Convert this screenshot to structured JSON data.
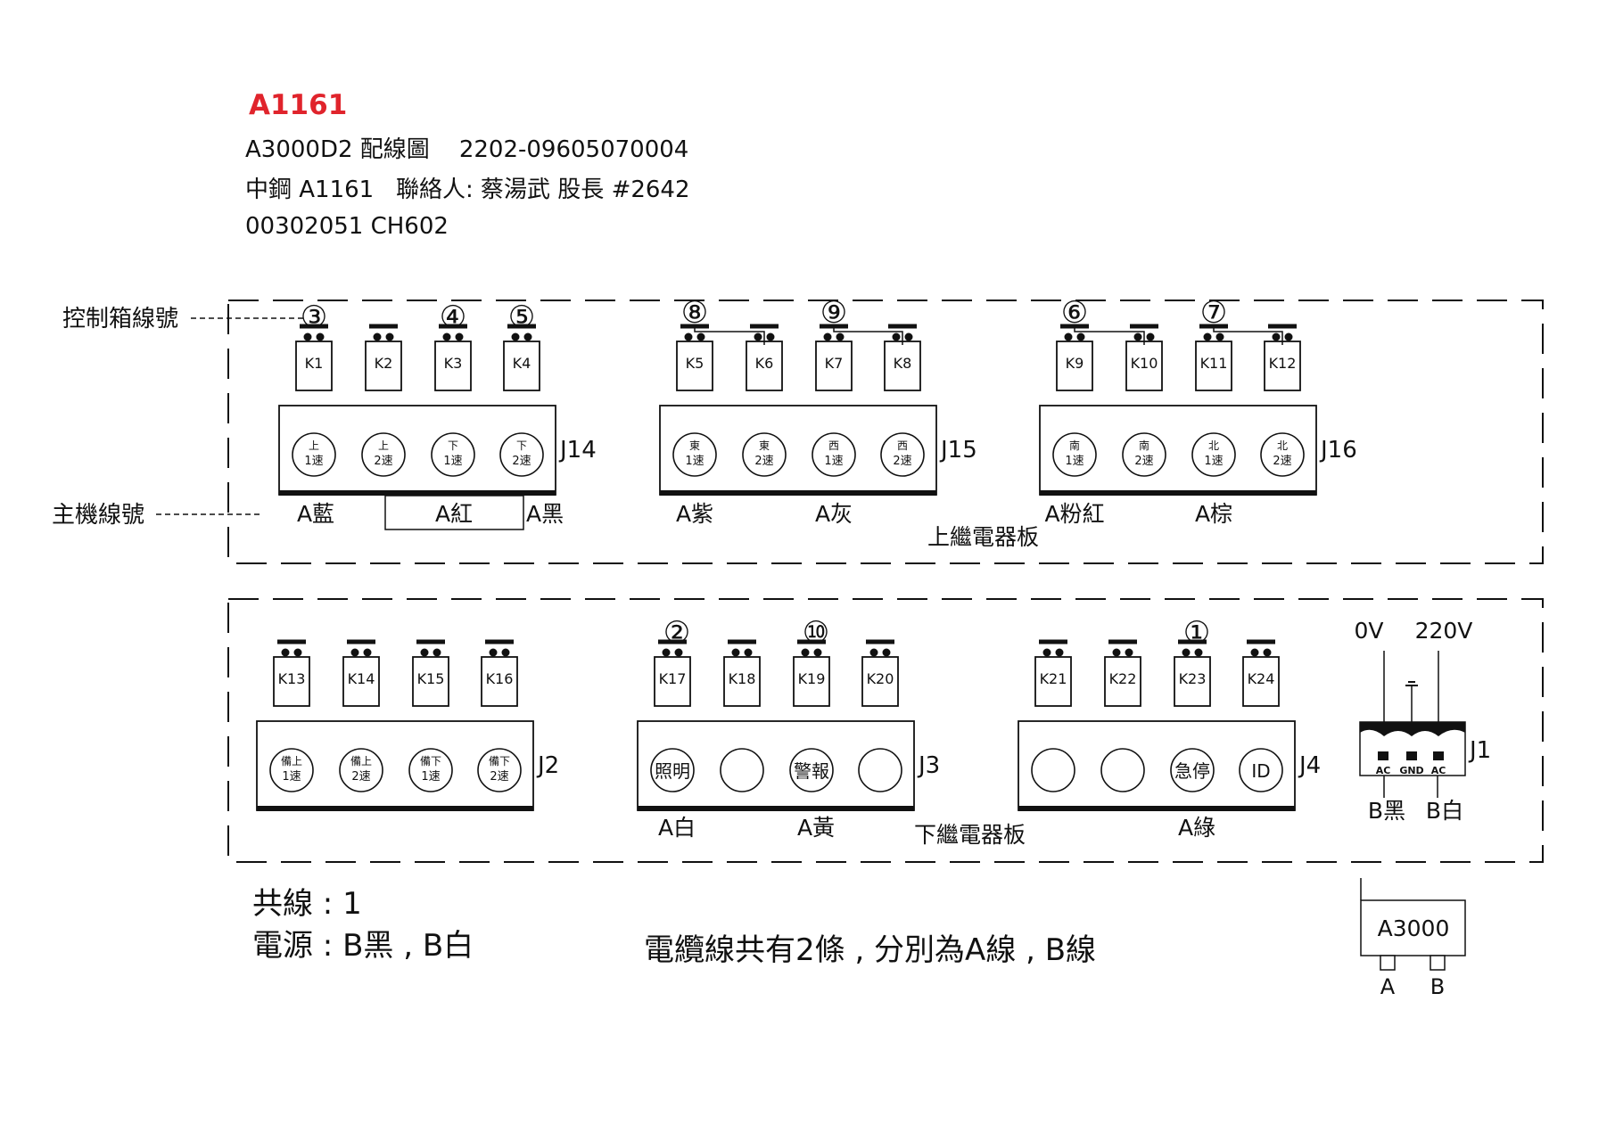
{
  "header": {
    "title": "A1161",
    "line1": "A3000D2 配線圖    2202-09605070004",
    "line2": "中鋼 A1161   聯絡人: 蔡湯武 股長 #2642",
    "line3": "00302051 CH602"
  },
  "legend": {
    "control_box": "控制箱線號",
    "host": "主機線號"
  },
  "upper_board": {
    "label": "上繼電器板",
    "groups": [
      {
        "connector": "J14",
        "relays": [
          "K1",
          "K2",
          "K3",
          "K4"
        ],
        "terminals": [
          [
            "上",
            "1速"
          ],
          [
            "上",
            "2速"
          ],
          [
            "下",
            "1速"
          ],
          [
            "下",
            "2速"
          ]
        ],
        "ctrl_numbers": [
          "3",
          "",
          "4",
          "5"
        ],
        "wires": [
          {
            "text": "A藍"
          },
          {
            "text": "A紅"
          },
          {
            "text": "A黑"
          }
        ]
      },
      {
        "connector": "J15",
        "relays": [
          "K5",
          "K6",
          "K7",
          "K8"
        ],
        "terminals": [
          [
            "東",
            "1速"
          ],
          [
            "東",
            "2速"
          ],
          [
            "西",
            "1速"
          ],
          [
            "西",
            "2速"
          ]
        ],
        "ctrl_numbers": [
          "8",
          "9"
        ],
        "wires": [
          {
            "text": "A紫"
          },
          {
            "text": "A灰"
          }
        ]
      },
      {
        "connector": "J16",
        "relays": [
          "K9",
          "K10",
          "K11",
          "K12"
        ],
        "terminals": [
          [
            "南",
            "1速"
          ],
          [
            "南",
            "2速"
          ],
          [
            "北",
            "1速"
          ],
          [
            "北",
            "2速"
          ]
        ],
        "ctrl_numbers": [
          "6",
          "7"
        ],
        "wires": [
          {
            "text": "A粉紅"
          },
          {
            "text": "A棕"
          }
        ]
      }
    ]
  },
  "lower_board": {
    "label": "下繼電器板",
    "groups": [
      {
        "connector": "J2",
        "relays": [
          "K13",
          "K14",
          "K15",
          "K16"
        ],
        "terminals": [
          [
            "備上",
            "1速"
          ],
          [
            "備上",
            "2速"
          ],
          [
            "備下",
            "1速"
          ],
          [
            "備下",
            "2速"
          ]
        ],
        "ctrl_numbers": [],
        "wires": []
      },
      {
        "connector": "J3",
        "relays": [
          "K17",
          "K18",
          "K19",
          "K20"
        ],
        "terminals": [
          [
            "照明"
          ],
          [],
          [
            "警報"
          ],
          []
        ],
        "ctrl_numbers": [
          "2",
          "10"
        ],
        "wires": [
          {
            "text": "A白"
          },
          {
            "text": "A黃"
          }
        ]
      },
      {
        "connector": "J4",
        "relays": [
          "K21",
          "K22",
          "K23",
          "K24"
        ],
        "terminals": [
          [],
          [],
          [
            "急停"
          ],
          [
            "ID"
          ]
        ],
        "ctrl_numbers": [
          "1"
        ],
        "wires": [
          {
            "text": "A綠"
          }
        ]
      }
    ],
    "power": {
      "connector": "J1",
      "voltage_low": "0V",
      "voltage_high": "220V",
      "pins": [
        "AC",
        "GND",
        "AC"
      ],
      "wire_left": "B黑",
      "wire_right": "B白"
    }
  },
  "notes": {
    "common": "共線 : 1",
    "power": "電源 : B黑 , B白",
    "cable": "電纜線共有2條 , 分別為A線 , B線"
  },
  "device": {
    "label": "A3000",
    "port_a": "A",
    "port_b": "B"
  },
  "colors": {
    "title": "#e0242c",
    "line": "#111111"
  }
}
